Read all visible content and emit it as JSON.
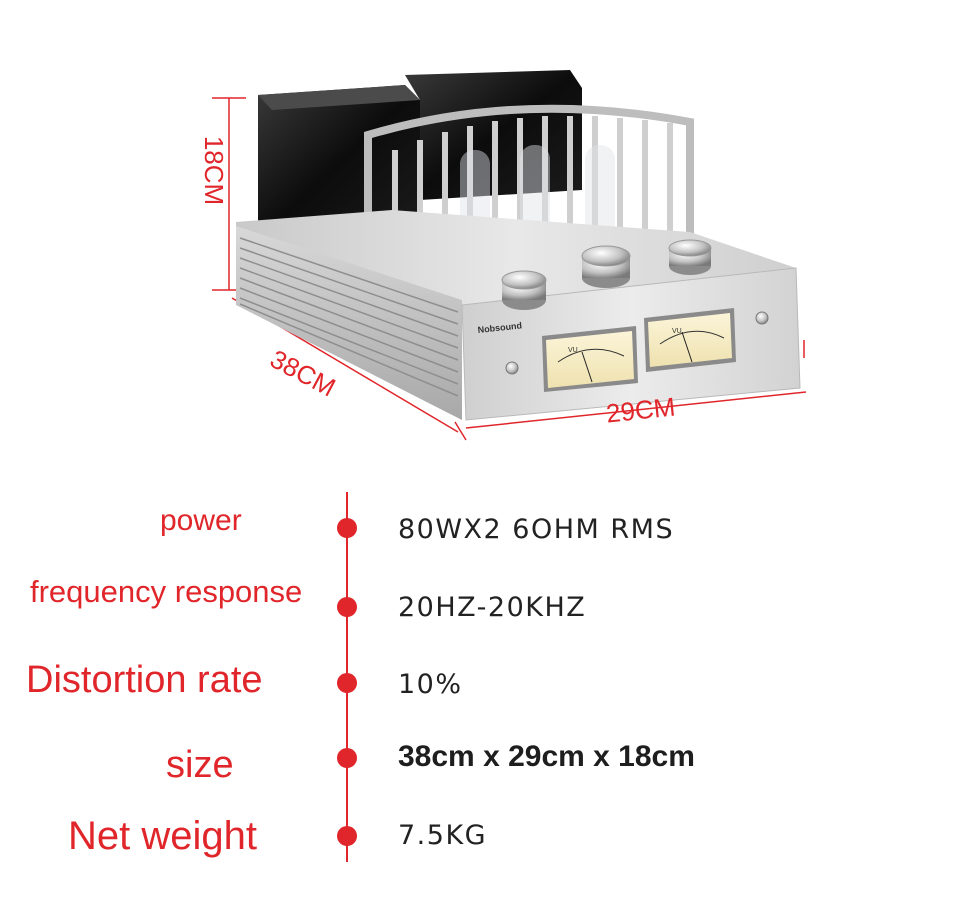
{
  "dimensions": {
    "height_label": "18CM",
    "depth_label": "38CM",
    "width_label": "29CM"
  },
  "brand": "Nobsound",
  "meter_label": "VU",
  "colors": {
    "accent": "#e0262a",
    "text": "#222222"
  },
  "specs": [
    {
      "label": "power",
      "value": "80WX2 6OHM RMS"
    },
    {
      "label": "frequency response",
      "value": "20HZ-20KHZ"
    },
    {
      "label": "Distortion rate",
      "value": "10%"
    },
    {
      "label": "size",
      "value": "38cm x 29cm x 18cm"
    },
    {
      "label": "Net weight",
      "value": "7.5KG"
    }
  ]
}
